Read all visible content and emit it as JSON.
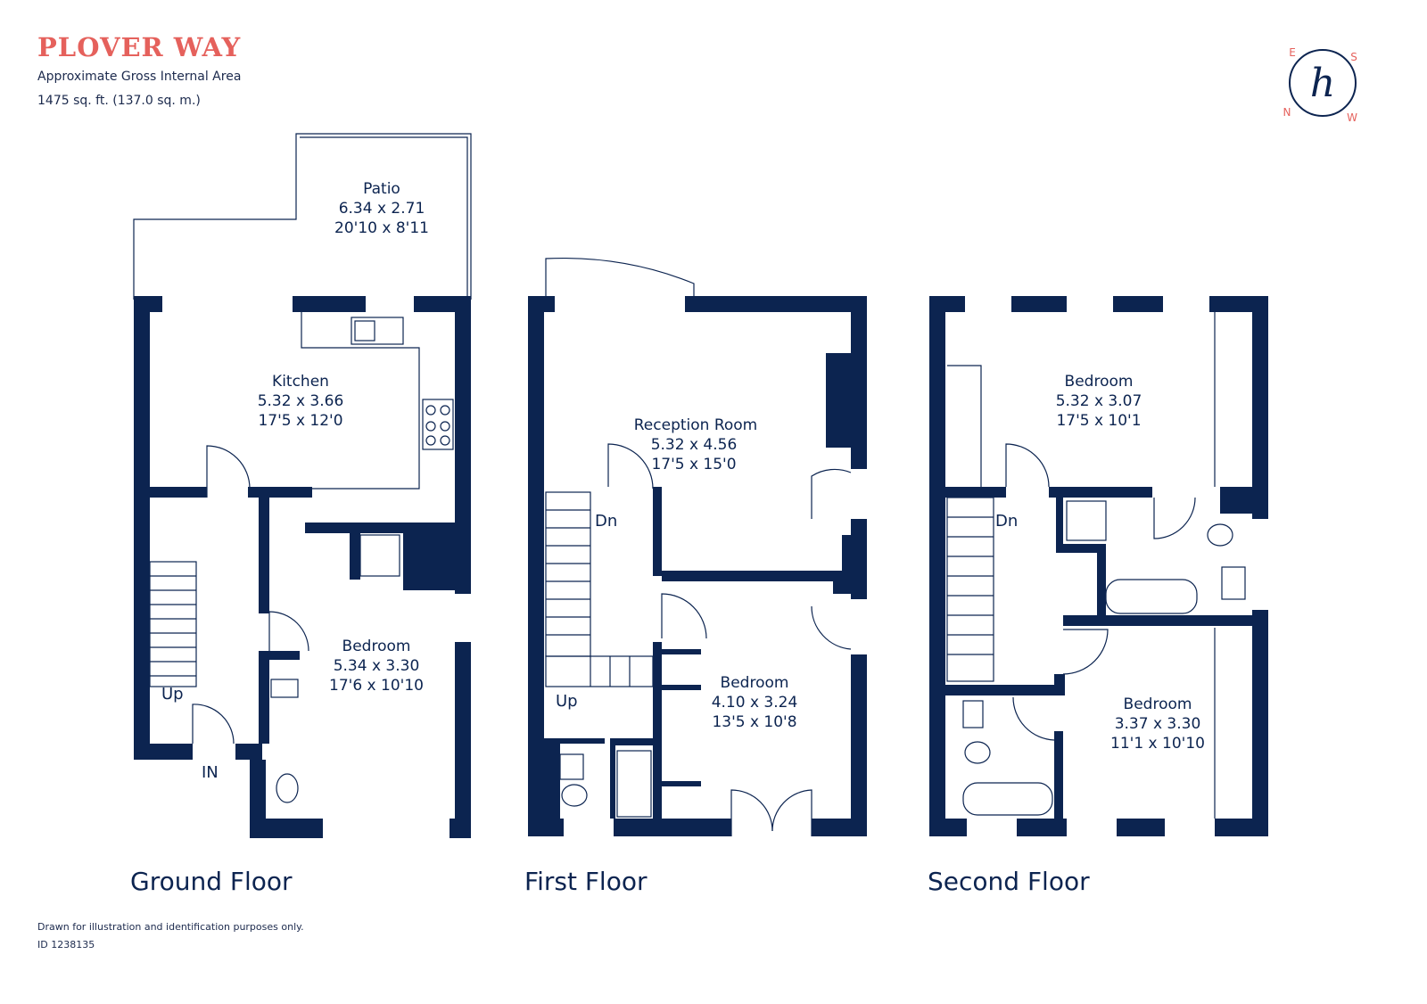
{
  "header": {
    "title": "PLOVER WAY",
    "subtitle": "Approximate Gross Internal Area",
    "area": "1475 sq. ft. (137.0 sq. m.)"
  },
  "footer": {
    "disclaimer": "Drawn for illustration and identification purposes only.",
    "id": "ID 1238135"
  },
  "compass": {
    "e": "E",
    "s": "S",
    "n": "N",
    "w": "W",
    "logo": "h"
  },
  "colors": {
    "wall": "#0c2450",
    "accent": "#e5615c"
  },
  "floors": {
    "ground": {
      "label": "Ground Floor",
      "patio": {
        "name": "Patio",
        "metric": "6.34 x 2.71",
        "imperial": "20'10 x 8'11"
      },
      "kitchen": {
        "name": "Kitchen",
        "metric": "5.32 x 3.66",
        "imperial": "17'5 x 12'0"
      },
      "bedroom": {
        "name": "Bedroom",
        "metric": "5.34 x 3.30",
        "imperial": "17'6 x 10'10"
      },
      "up": "Up",
      "in": "IN"
    },
    "first": {
      "label": "First Floor",
      "reception": {
        "name": "Reception Room",
        "metric": "5.32 x 4.56",
        "imperial": "17'5 x 15'0"
      },
      "bedroom": {
        "name": "Bedroom",
        "metric": "4.10 x 3.24",
        "imperial": "13'5 x 10'8"
      },
      "dn": "Dn",
      "up": "Up"
    },
    "second": {
      "label": "Second Floor",
      "bedroom1": {
        "name": "Bedroom",
        "metric": "5.32 x 3.07",
        "imperial": "17'5 x 10'1"
      },
      "bedroom2": {
        "name": "Bedroom",
        "metric": "3.37 x 3.30",
        "imperial": "11'1 x 10'10"
      },
      "dn": "Dn"
    }
  }
}
